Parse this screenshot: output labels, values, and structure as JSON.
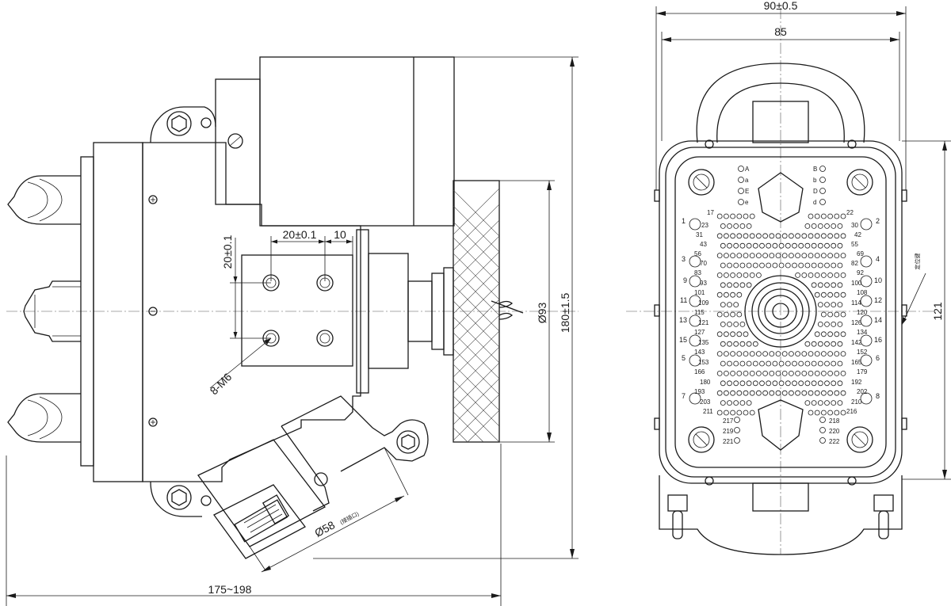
{
  "dimensions": {
    "bottom_total": "175~198",
    "height_left": "180±1.5",
    "disc_dia": "Ø93",
    "bolt_spacing_h": "20±0.1",
    "bolt_offset": "10",
    "bolt_spacing_v": "20±0.1",
    "bolt_spec": "8-M6",
    "angled_dia": "Ø58",
    "angled_dia_note": "(接插口)",
    "top_outer": "90±0.5",
    "top_inner": "85",
    "right_height": "121",
    "key_note": "定位键"
  },
  "corner_pins": [
    "1",
    "2",
    "3",
    "4",
    "5",
    "6",
    "7",
    "8"
  ],
  "side_pins": [
    "9",
    "10",
    "11",
    "12",
    "13",
    "14",
    "15",
    "16"
  ],
  "top_letters_left": [
    "A",
    "a",
    "E",
    "e"
  ],
  "top_letters_right": [
    "B",
    "b",
    "D",
    "d"
  ],
  "row_labels_left": [
    "17",
    "23",
    "31",
    "43",
    "56",
    "70",
    "83",
    "93",
    "101",
    "109",
    "115",
    "121",
    "127",
    "135",
    "143",
    "153",
    "166",
    "180",
    "193",
    "203",
    "211",
    "217",
    "219",
    "221"
  ],
  "row_labels_right": [
    "22",
    "30",
    "42",
    "55",
    "69",
    "82",
    "92",
    "100",
    "108",
    "114",
    "120",
    "126",
    "134",
    "142",
    "152",
    "165",
    "179",
    "192",
    "202",
    "210",
    "216",
    "218",
    "220",
    "222"
  ]
}
